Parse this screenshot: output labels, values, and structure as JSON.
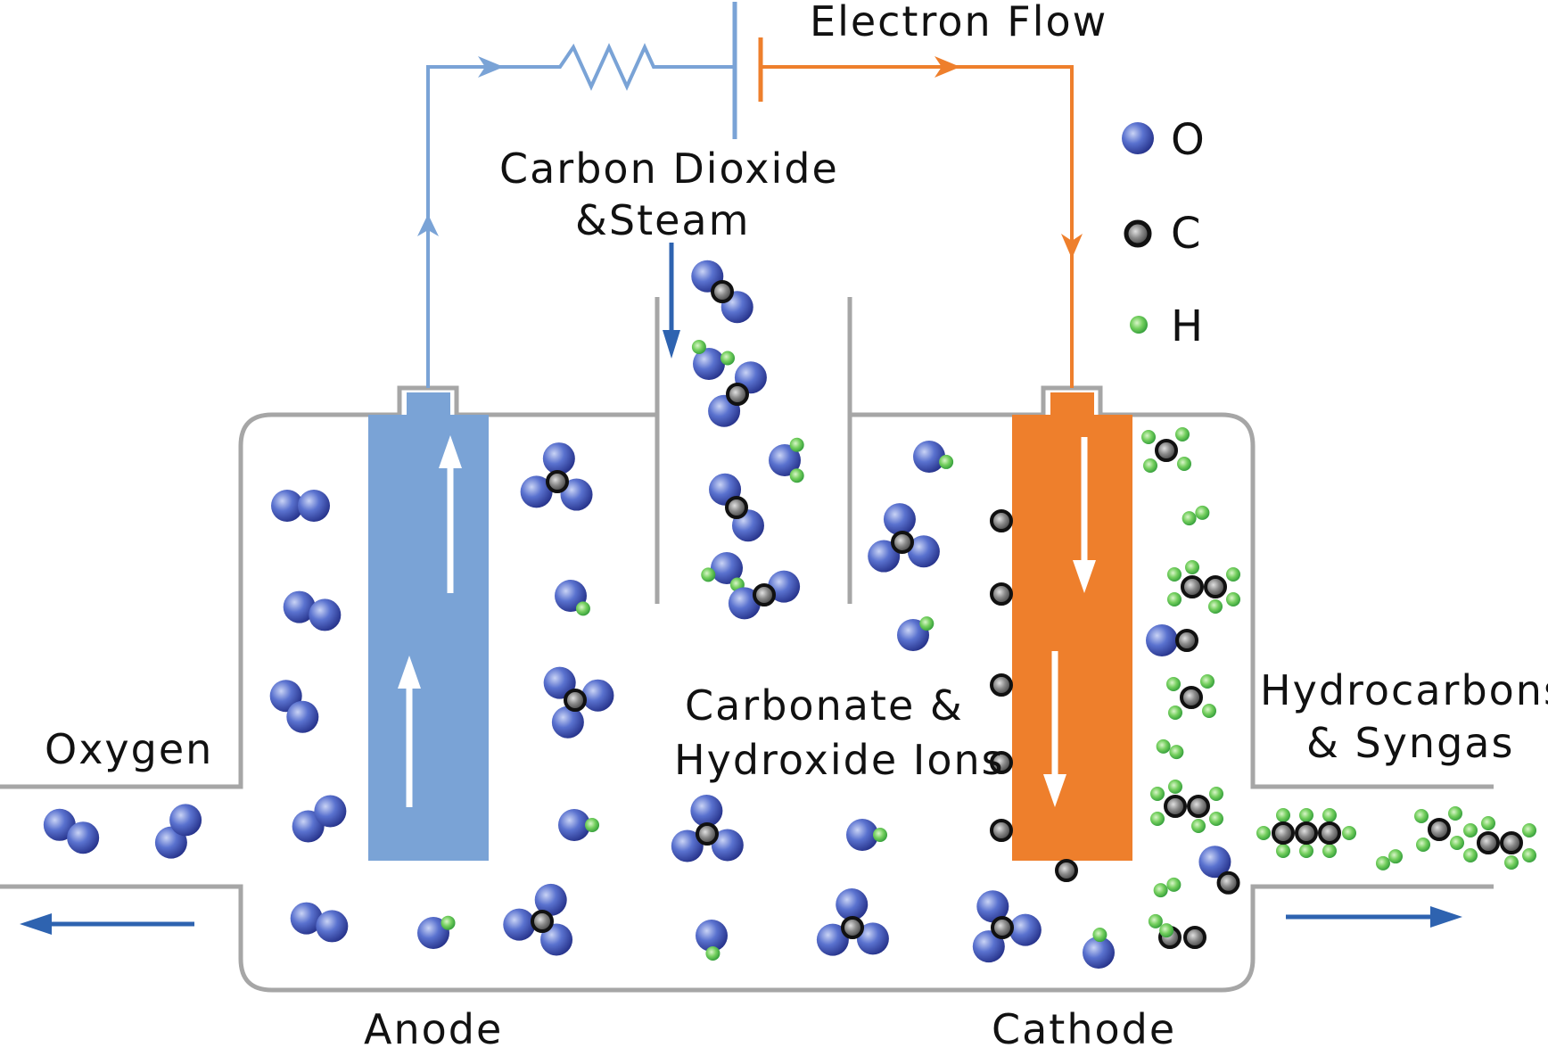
{
  "labels": {
    "electron_flow": "Electron Flow",
    "co2_line1": "Carbon Dioxide",
    "co2_line2": "&Steam",
    "oxygen": "Oxygen",
    "anode": "Anode",
    "cathode": "Cathode",
    "ions_line1": "Carbonate  &",
    "ions_line2": "Hydroxide Ions",
    "products_line1": "Hydrocarbons",
    "products_line2": "& Syngas"
  },
  "legend": [
    {
      "symbol": "O",
      "color": "#3f56b5"
    },
    {
      "symbol": "C",
      "color": "#1a1a1a"
    },
    {
      "symbol": "H",
      "color": "#3cb54a"
    }
  ],
  "colors": {
    "anode": "#7aa3d6",
    "cathode": "#ee7f2c",
    "anode_wire": "#7aa3d6",
    "cathode_wire": "#ee7f2c",
    "vessel": "#a6a6a6",
    "flow_arrow": "#2e63b0",
    "oxygen_atom": "#3f56b5",
    "carbon_atom": "#1a1a1a",
    "hydrogen_atom": "#3cb54a"
  },
  "icons": {
    "resistor": "resistor-zigzag-icon",
    "battery": "battery-cell-icon"
  }
}
